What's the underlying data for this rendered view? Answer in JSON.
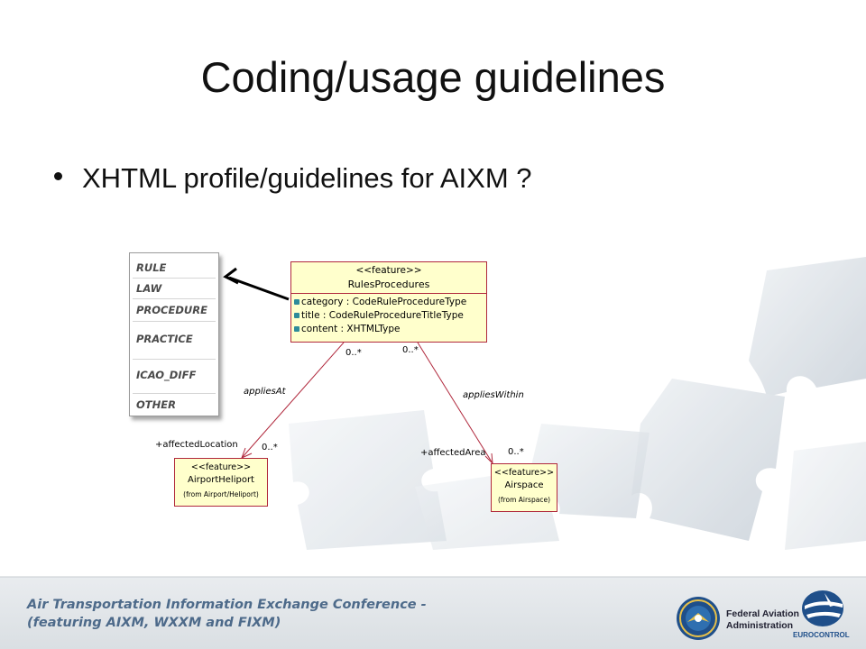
{
  "slide": {
    "title": "Coding/usage guidelines",
    "bullets": [
      "XHTML profile/guidelines for AIXM ?"
    ]
  },
  "listbox": {
    "items": [
      "RULE",
      "LAW",
      "PROCEDURE",
      "PRACTICE",
      "ICAO_DIFF",
      "OTHER"
    ]
  },
  "diagram": {
    "rules_procedures": {
      "stereotype": "<<feature>>",
      "name": "RulesProcedures",
      "attributes": [
        "category : CodeRuleProcedureType",
        "title : CodeRuleProcedureTitleType",
        "content : XHTMLType"
      ]
    },
    "airport_heliport": {
      "stereotype": "<<feature>>",
      "name": "AirportHeliport",
      "from": "(from Airport/Heliport)"
    },
    "airspace": {
      "stereotype": "<<feature>>",
      "name": "Airspace",
      "from": "(from Airspace)"
    },
    "applies_at": {
      "role": "appliesAt",
      "source_multiplicity": "0..*",
      "target_role": "+affectedLocation",
      "target_multiplicity": "0..*"
    },
    "applies_within": {
      "role": "appliesWithin",
      "source_multiplicity": "0..*",
      "target_role": "+affectedArea",
      "target_multiplicity": "0..*"
    }
  },
  "footer": {
    "line1": "Air Transportation Information Exchange Conference -",
    "line2": "(featuring AIXM, WXXM and FIXM)",
    "faa_line1": "Federal Aviation",
    "faa_line2": "Administration",
    "eurocontrol": "EUROCONTROL"
  },
  "colors": {
    "uml_fill": "#ffffcc",
    "uml_border": "#b0283c",
    "footer_text": "#4d6a8a",
    "footer_band": "#dfe3e6"
  }
}
